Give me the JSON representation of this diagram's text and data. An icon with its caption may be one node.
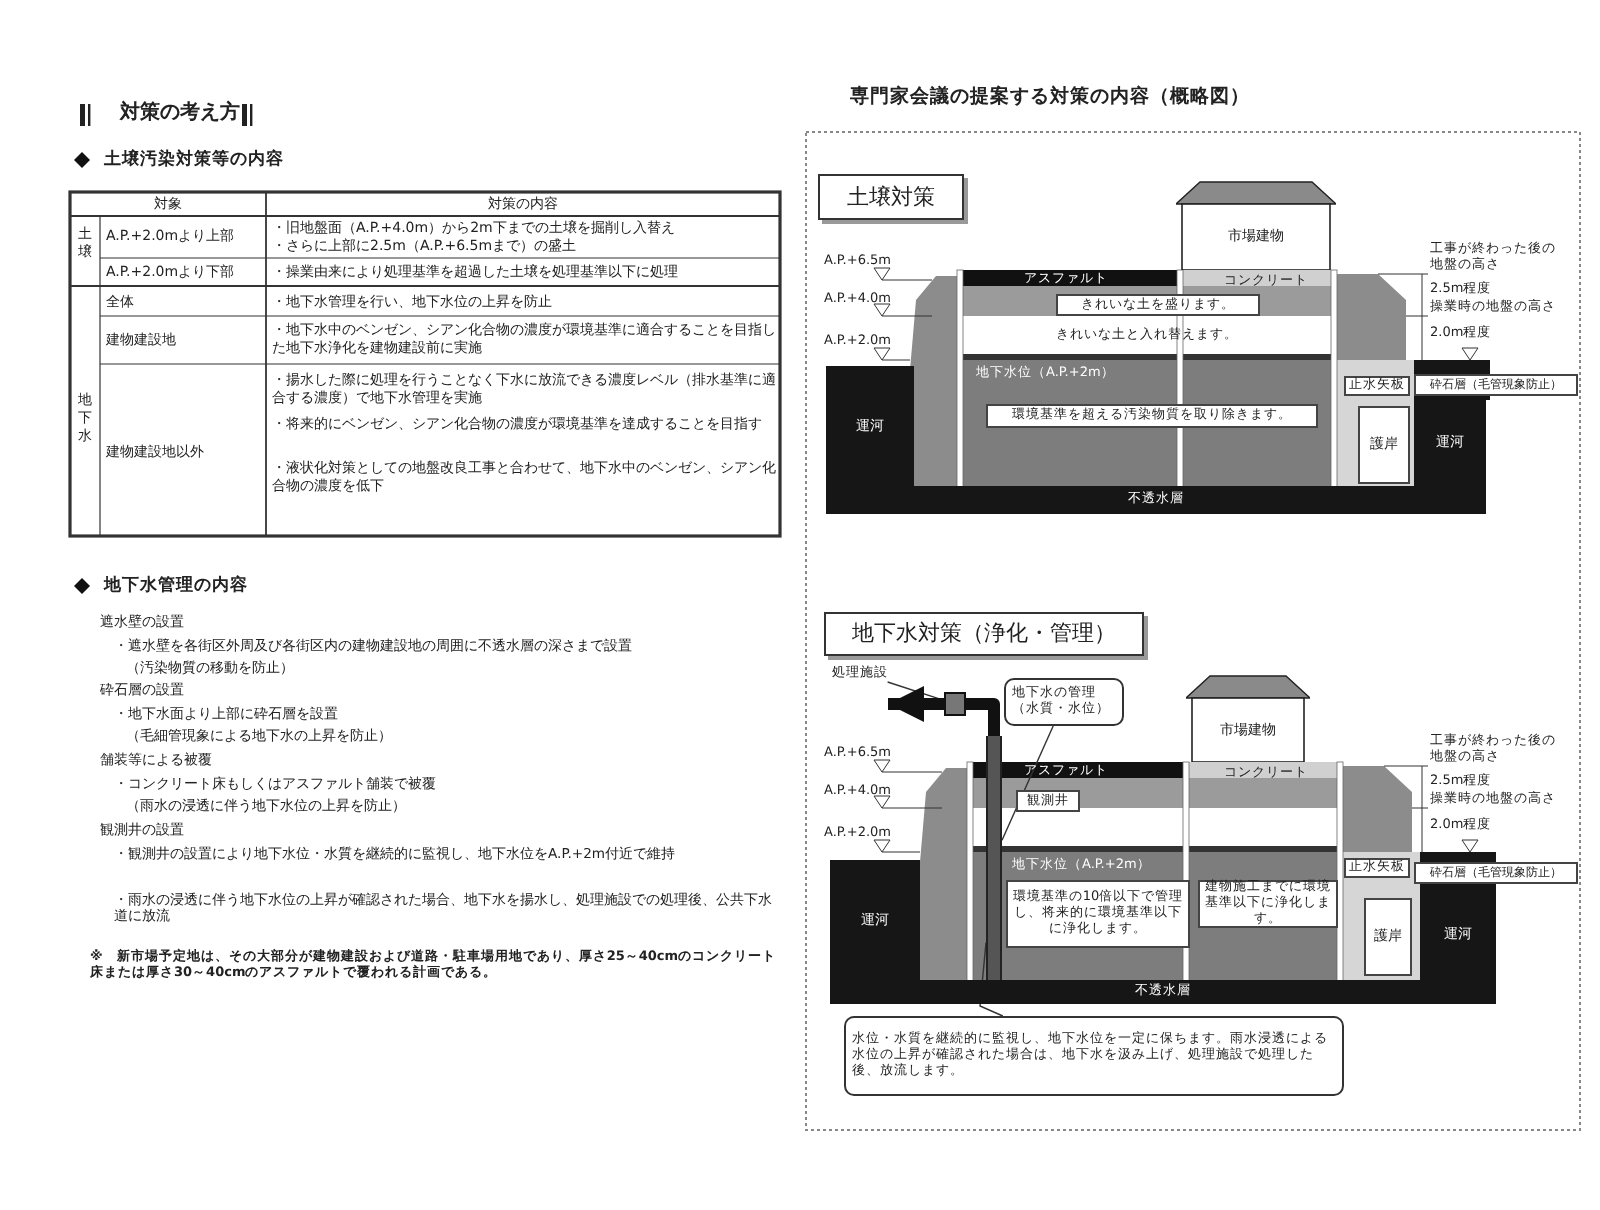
{
  "diagram": {
    "title": "専門家会議の提案する対策の内容（概略図）",
    "nodes": [
      {
        "text": [
          "土壌対策"
        ]
      },
      {
        "text": [
          "市場建物"
        ]
      },
      {
        "text": [
          "きれいな土を盛ります。"
        ]
      },
      {
        "text": [
          "きれいな土と入れ替えます。"
        ]
      },
      {
        "text": [
          "環境基準を超える汚染物質を取り除きます。"
        ]
      },
      {
        "text": [
          "止水矢板"
        ]
      },
      {
        "text": [
          "護岸"
        ]
      },
      {
        "text": [
          "砕石層（毛管現象防止）"
        ]
      },
      {
        "text": [
          "運河"
        ]
      },
      {
        "text": [
          "運河"
        ]
      },
      {
        "text": [
          "不透水層"
        ]
      },
      {
        "text": [
          "地下水対策（浄化・管理）"
        ]
      },
      {
        "text": [
          "処理施設"
        ]
      },
      {
        "text": [],
        "shape": "box"
      },
      {
        "text": [
          "地下水の管理（水質・水位）"
        ]
      },
      {
        "text": [],
        "shape": "bar"
      },
      {
        "text": [
          "観測井"
        ]
      },
      {
        "text": [
          "市場建物"
        ]
      },
      {
        "text": [
          "環境基準の10倍以下で管理し、将来的に環境基準以下に浄化します。"
        ]
      },
      {
        "text": [
          "建物施工までに環境基準以下に浄化します。"
        ]
      },
      {
        "text": [
          "止水矢板"
        ]
      },
      {
        "text": [
          "護岸"
        ]
      },
      {
        "text": [
          "砕石層（毛管現象防止）"
        ]
      },
      {
        "text": [
          "運河"
        ]
      },
      {
        "text": [
          "運河"
        ]
      },
      {
        "text": [
          "不透水層"
        ]
      },
      {
        "text": [
          "水位・水質を継続的に監視し、地下水位を一定に保ちます。雨水浸透による水位の上昇が確認された場合は、地下水を汲み上げ、処理施設で処理した後、放流します。"
        ]
      }
    ],
    "edges": [
      {
        "from": 12,
        "to": 13,
        "arrow": "none"
      },
      {
        "from": 14,
        "to": 15,
        "arrow": "none"
      },
      {
        "from": 26,
        "to": 15,
        "arrow": "none"
      },
      {
        "from": 15,
        "to": 13,
        "arrow": "none",
        "style": "thick"
      },
      {
        "from": 13,
        "to": null,
        "arrow": "to",
        "style": "thick"
      }
    ],
    "labels": [
      "対策の考え方",
      "土壌汚染対策等の内容",
      "対象",
      "対策の内容",
      "土壌",
      "A.P.+2.0mより上部",
      "・旧地盤面（A.P.+4.0m）から2m下までの土壌を掘削し入替え",
      "・さらに上部に2.5m（A.P.+6.5mまで）の盛土",
      "A.P.+2.0mより下部",
      "・操業由来により処理基準を超過した土壌を処理基準以下に処理",
      "地下水",
      "全体",
      "・地下水管理を行い、地下水位の上昇を防止",
      "建物建設地",
      "・地下水中のベンゼン、シアン化合物の濃度が環境基準に適合することを目指した地下水浄化を建物建設前に実施",
      "建物建設地以外",
      "・揚水した際に処理を行うことなく下水に放流できる濃度レベル（排水基準に適合する濃度）で地下水管理を実施",
      "・将来的にベンゼン、シアン化合物の濃度が環境基準を達成することを目指す",
      "・液状化対策としての地盤改良工事と合わせて、地下水中のベンゼン、シアン化合物の濃度を低下",
      "地下水管理の内容",
      "遮水壁の設置",
      "・遮水壁を各街区外周及び各街区内の建物建設地の周囲に不透水層の深さまで設置",
      "（汚染物質の移動を防止）",
      "砕石層の設置",
      "・地下水面より上部に砕石層を設置",
      "（毛細管現象による地下水の上昇を防止）",
      "舗装等による被覆",
      "・コンクリート床もしくはアスファルト舗装で被覆",
      "（雨水の浸透に伴う地下水位の上昇を防止）",
      "観測井の設置",
      "・観測井の設置により地下水位・水質を継続的に監視し、地下水位をA.P.+2m付近で維持",
      "・雨水の浸透に伴う地下水位の上昇が確認された場合、地下水を揚水し、処理施設での処理後、公共下水道に放流",
      "※　新市場予定地は、その大部分が建物建設および道路・駐車場用地であり、厚さ25～40cmのコンクリート床または厚さ30～40cmのアスファルトで覆われる計画である。",
      "A.P.+6.5m",
      "A.P.+4.0m",
      "A.P.+2.0m",
      "アスファルト",
      "コンクリート",
      "地下水位（A.P.+2m）",
      "工事が終わった後の地盤の高さ",
      "2.5m程度",
      "操業時の地盤の高さ",
      "2.0m程度",
      "A.P.+6.5m",
      "A.P.+4.0m",
      "A.P.+2.0m",
      "アスファルト",
      "コンクリート",
      "地下水位（A.P.+2m）",
      "工事が終わった後の地盤の高さ",
      "2.5m程度",
      "操業時の地盤の高さ",
      "2.0m程度"
    ]
  }
}
